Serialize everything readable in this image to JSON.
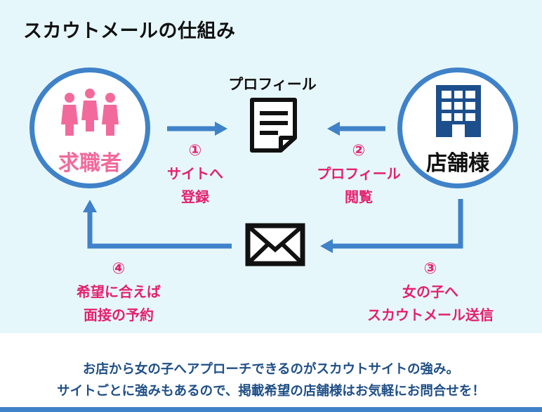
{
  "title": "スカウトメールの仕組み",
  "seeker": {
    "label": "求職者",
    "icon": "people-icon",
    "color": "#f26a9b"
  },
  "store": {
    "label": "店舗様",
    "icon": "building-icon",
    "color": "#1c4f8c"
  },
  "profile": {
    "label": "プロフィール",
    "icon": "document-icon"
  },
  "mail": {
    "icon": "envelope-icon"
  },
  "steps": [
    {
      "num": "①",
      "line1": "サイトへ",
      "line2": "登録"
    },
    {
      "num": "②",
      "line1": "プロフィール",
      "line2": "閲覧"
    },
    {
      "num": "③",
      "line1": "女の子へ",
      "line2": "スカウトメール送信"
    },
    {
      "num": "④",
      "line1": "希望に合えば",
      "line2": "面接の予約"
    }
  ],
  "footer": {
    "line1": "お店から女の子へアプローチできるのがスカウトサイトの強み。",
    "line2": "サイトごとに強みもあるので、掲載希望の店舗様はお気軽にお問合せを！"
  },
  "colors": {
    "accent": "#3f82c9",
    "step_text": "#e4206e",
    "panel_bg": "#e6f7fb",
    "footer_text": "#1f4f86"
  }
}
